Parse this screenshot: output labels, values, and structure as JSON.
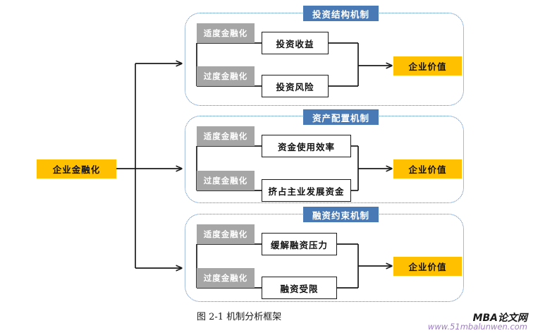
{
  "figure": {
    "caption": "图 2-1 机制分析框架",
    "source_node": "企业金融化",
    "colors": {
      "gold": "#ffc000",
      "badge_blue": "#4a7ab5",
      "dashed_blue": "#4a79b8",
      "gray": "#a6a6a6",
      "line_black": "#1a1a1a",
      "watermark_purple": "#9f7fc4"
    }
  },
  "groups": [
    {
      "title": "投资结构机制",
      "positive_label": "适度金融化",
      "negative_label": "过度金融化",
      "positive_outcome": "投资收益",
      "negative_outcome": "投资风险",
      "result": "企业价值"
    },
    {
      "title": "资产配置机制",
      "positive_label": "适度金融化",
      "negative_label": "过度金融化",
      "positive_outcome": "资金使用效率",
      "negative_outcome": "挤占主业发展资金",
      "result": "企业价值"
    },
    {
      "title": "融资约束机制",
      "positive_label": "适度金融化",
      "negative_label": "过度金融化",
      "positive_outcome": "缓解融资压力",
      "negative_outcome": "融资受限",
      "result": "企业价值"
    }
  ],
  "watermark": {
    "main": "MBA论文网",
    "url": "www.51mbalunwen.com"
  }
}
